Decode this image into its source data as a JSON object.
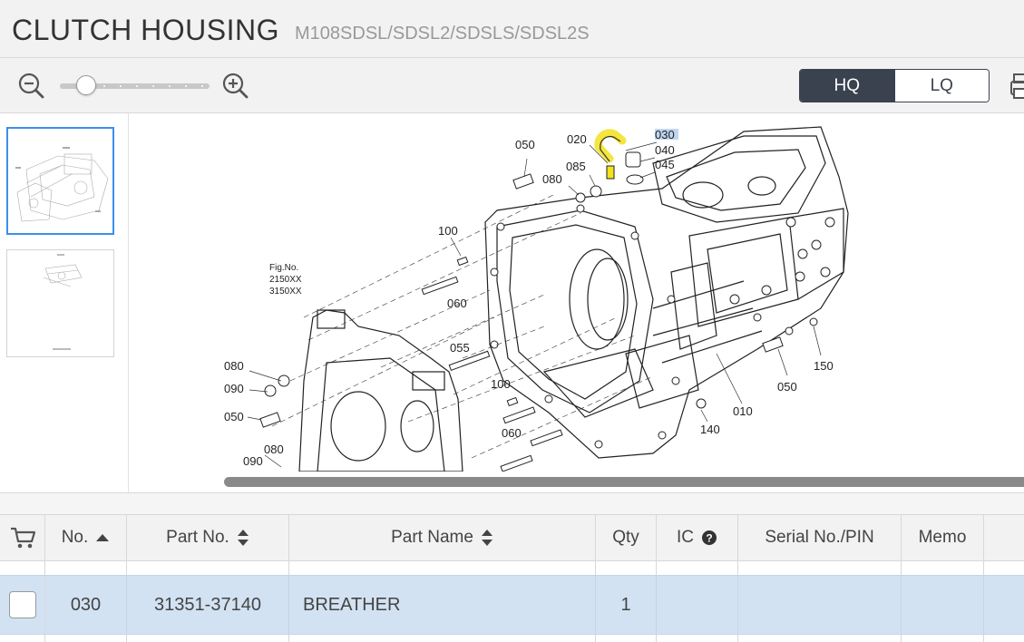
{
  "header": {
    "title": "CLUTCH HOUSING",
    "model": "M108SDSL/SDSL2/SDSLS/SDSL2S"
  },
  "toolbar": {
    "hq_label": "HQ",
    "lq_label": "LQ",
    "active_quality": "HQ"
  },
  "diagram": {
    "highlighted_ref": "030",
    "fig_label": [
      "Fig.No.",
      "2150XX",
      "3150XX"
    ],
    "refs": [
      "050",
      "020",
      "030",
      "040",
      "045",
      "085",
      "080",
      "100",
      "060",
      "055",
      "080",
      "090",
      "050",
      "080",
      "090",
      "100",
      "060",
      "150",
      "050",
      "010",
      "140"
    ]
  },
  "table": {
    "columns": [
      "No.",
      "Part No.",
      "Part Name",
      "Qty",
      "IC",
      "Serial No./PIN",
      "Memo"
    ],
    "rows": [
      {
        "no": "030",
        "part_no": "31351-37140",
        "part_name": "BREATHER",
        "qty": "1",
        "ic": "",
        "serial": "",
        "memo": ""
      }
    ]
  }
}
